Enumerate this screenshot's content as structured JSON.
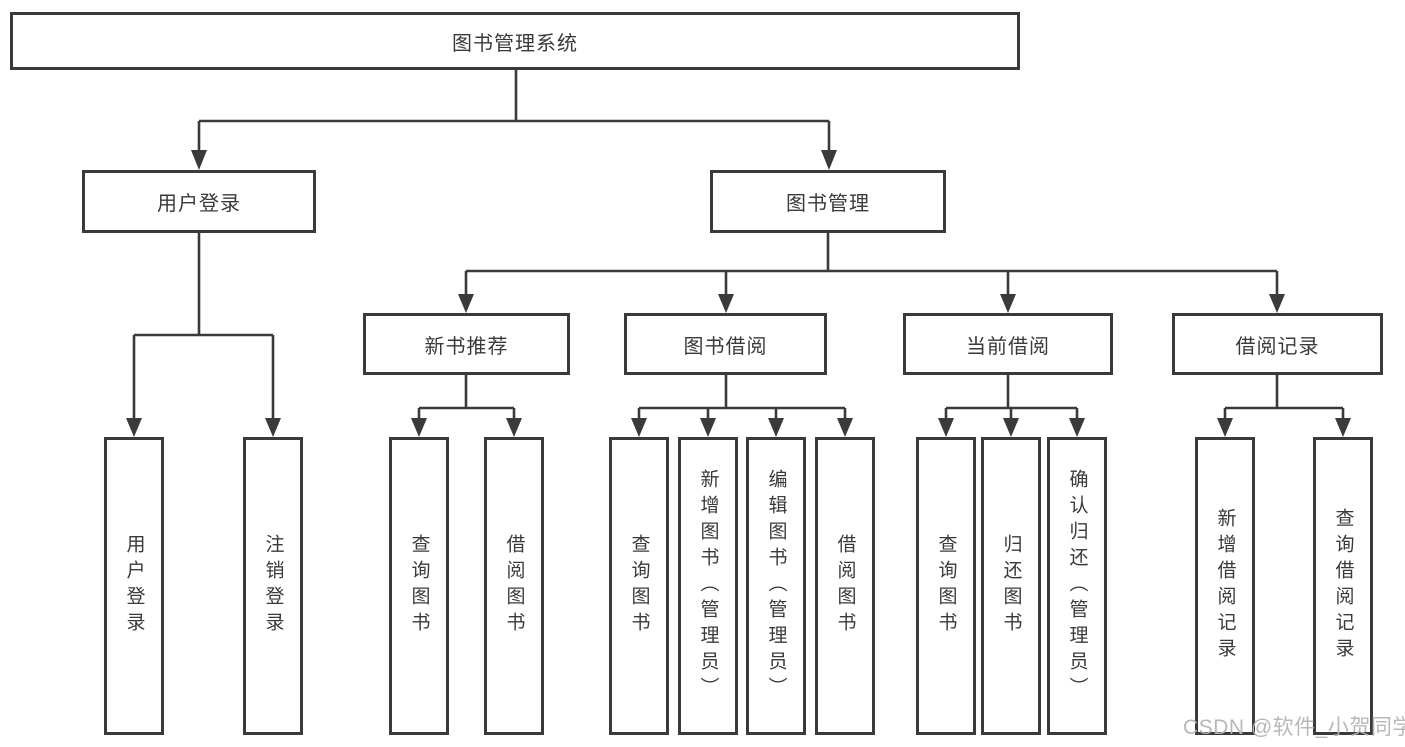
{
  "diagram_title": "图书管理系统",
  "tree": {
    "root": {
      "label": "图书管理系统"
    },
    "children": [
      {
        "label": "用户登录",
        "leaves": [
          {
            "label": "用户登录"
          },
          {
            "label": "注销登录"
          }
        ]
      },
      {
        "label": "图书管理",
        "children": [
          {
            "label": "新书推荐",
            "leaves": [
              {
                "label": "查询图书"
              },
              {
                "label": "借阅图书"
              }
            ]
          },
          {
            "label": "图书借阅",
            "leaves": [
              {
                "label": "查询图书"
              },
              {
                "label": "新增图书（管理员）"
              },
              {
                "label": "编辑图书（管理员）"
              },
              {
                "label": "借阅图书"
              }
            ]
          },
          {
            "label": "当前借阅",
            "leaves": [
              {
                "label": "查询图书"
              },
              {
                "label": "归还图书"
              },
              {
                "label": "确认归还（管理员）"
              }
            ]
          },
          {
            "label": "借阅记录",
            "leaves": [
              {
                "label": "新增借阅记录"
              },
              {
                "label": "查询借阅记录"
              }
            ]
          }
        ]
      }
    ]
  },
  "watermark": {
    "text": "CSDN @软件_小贺同学"
  },
  "colors": {
    "line": "#3a3a3a",
    "box_border": "#3a3a3a",
    "box_background": "#ffffff",
    "text": "#3a3a3a",
    "watermark": "#b4b4b4",
    "page_background": "#ffffff"
  }
}
